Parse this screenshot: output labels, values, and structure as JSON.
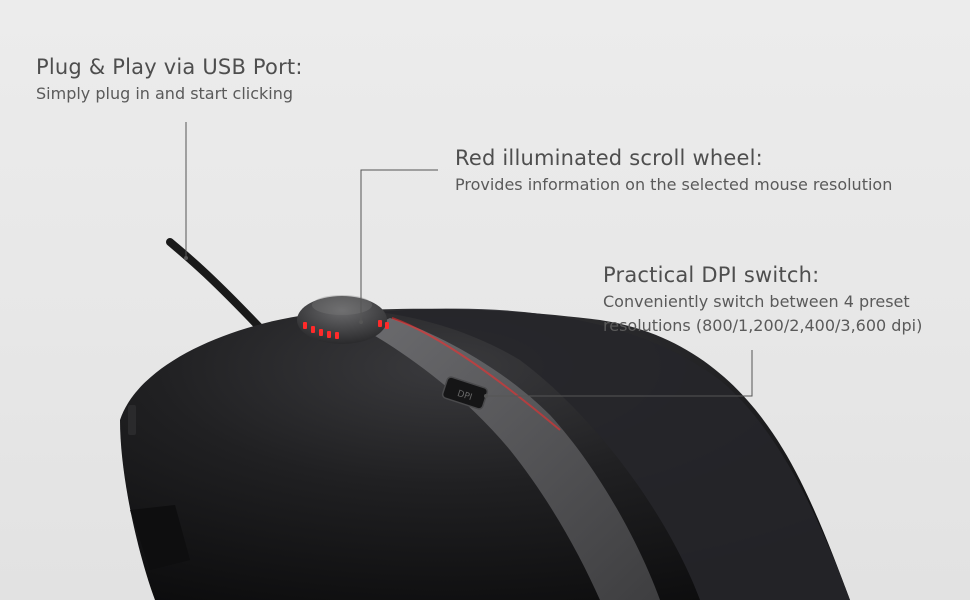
{
  "callouts": {
    "usb": {
      "title": "Plug & Play via USB Port:",
      "description": "Simply plug in and start clicking"
    },
    "wheel": {
      "title": "Red illuminated scroll wheel:",
      "description": "Provides information on the selected mouse resolution"
    },
    "dpi": {
      "title": "Practical DPI switch:",
      "description_line1": "Conveniently switch between 4 preset",
      "description_line2": "resolutions (800/1,200/2,400/3,600 dpi)"
    }
  },
  "colors": {
    "background": "#e9e9e9",
    "text": "#555555",
    "mouse_body": "#1d1d1f",
    "accent_stripe": "#5a5a5c",
    "led": "#ff2a2a"
  },
  "icons": [
    "usb-cable",
    "scroll-wheel",
    "dpi-switch"
  ]
}
